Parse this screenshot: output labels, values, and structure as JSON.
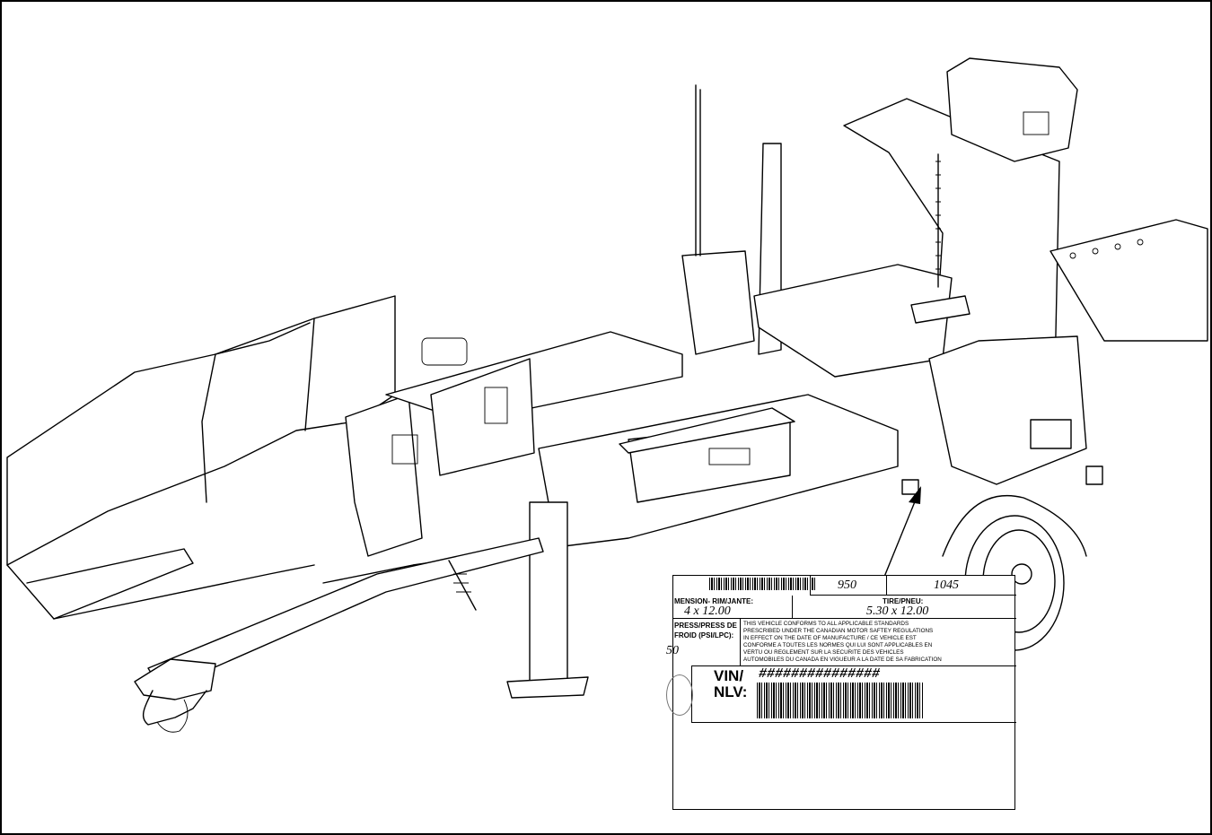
{
  "label": {
    "gawr_left_value": "950",
    "gawr_right_value": "1045",
    "rim_header": "MENSION- RIM/JANTE:",
    "rim_value": "4 x 12.00",
    "tire_header": "TIRE/PNEU:",
    "tire_value": "5.30 x 12.00",
    "pressure_header_1": "PRESS/PRESS DE",
    "pressure_header_2": "FROID (PSI/LPC):",
    "pressure_value": "50",
    "compliance_lines": [
      "THIS VEHICLE CONFORMS TO ALL APPLICABLE STANDARDS",
      "PRESCRIBED UNDER THE CANADIAN MOTOR SAFTEY REGULATIONS",
      "IN EFFECT ON THE DATE OF MANUFACTURE / CE VEHICLE EST",
      "CONFORME A TOUTES LES NORMES QUI LUI SONT APPLICABLES EN",
      "VERTU OU REGLEMENT SUR LA SECURITE DES VEHICLES",
      "AUTOMOBILES DU CANADA EN VIGUEUR A LA DATE DE SA FABRICATION"
    ],
    "vin_label_1": "VIN/",
    "vin_label_2": "NLV:",
    "vin_value": "###############"
  },
  "colors": {
    "ink": "#000000",
    "paper": "#ffffff"
  }
}
